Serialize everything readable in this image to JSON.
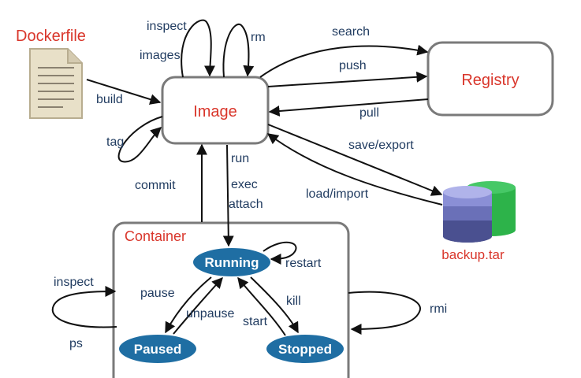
{
  "nodes": {
    "dockerfile": "Dockerfile",
    "image": "Image",
    "registry": "Registry",
    "backup": "backup.tar",
    "container": "Container",
    "running": "Running",
    "paused": "Paused",
    "stopped": "Stopped"
  },
  "edges": {
    "build": "build",
    "tag": "tag",
    "inspect_image": "inspect",
    "images": "images",
    "rm": "rm",
    "search": "search",
    "push": "push",
    "pull": "pull",
    "save": "save/export",
    "load": "load/import",
    "commit": "commit",
    "run": "run",
    "exec": "exec",
    "attach": "attach",
    "restart": "restart",
    "pause": "pause",
    "unpause": "unpause",
    "kill": "kill",
    "start": "start",
    "inspect_container": "inspect",
    "ps": "ps",
    "rmi": "rmi"
  },
  "colors": {
    "node_text": "#d9362b",
    "edge_text": "#1f3a5f",
    "state_fill": "#1f6ea3",
    "box_stroke": "#7a7a7a"
  },
  "icons": {
    "dockerfile": "document-icon",
    "backup": "database-stack-icon"
  }
}
